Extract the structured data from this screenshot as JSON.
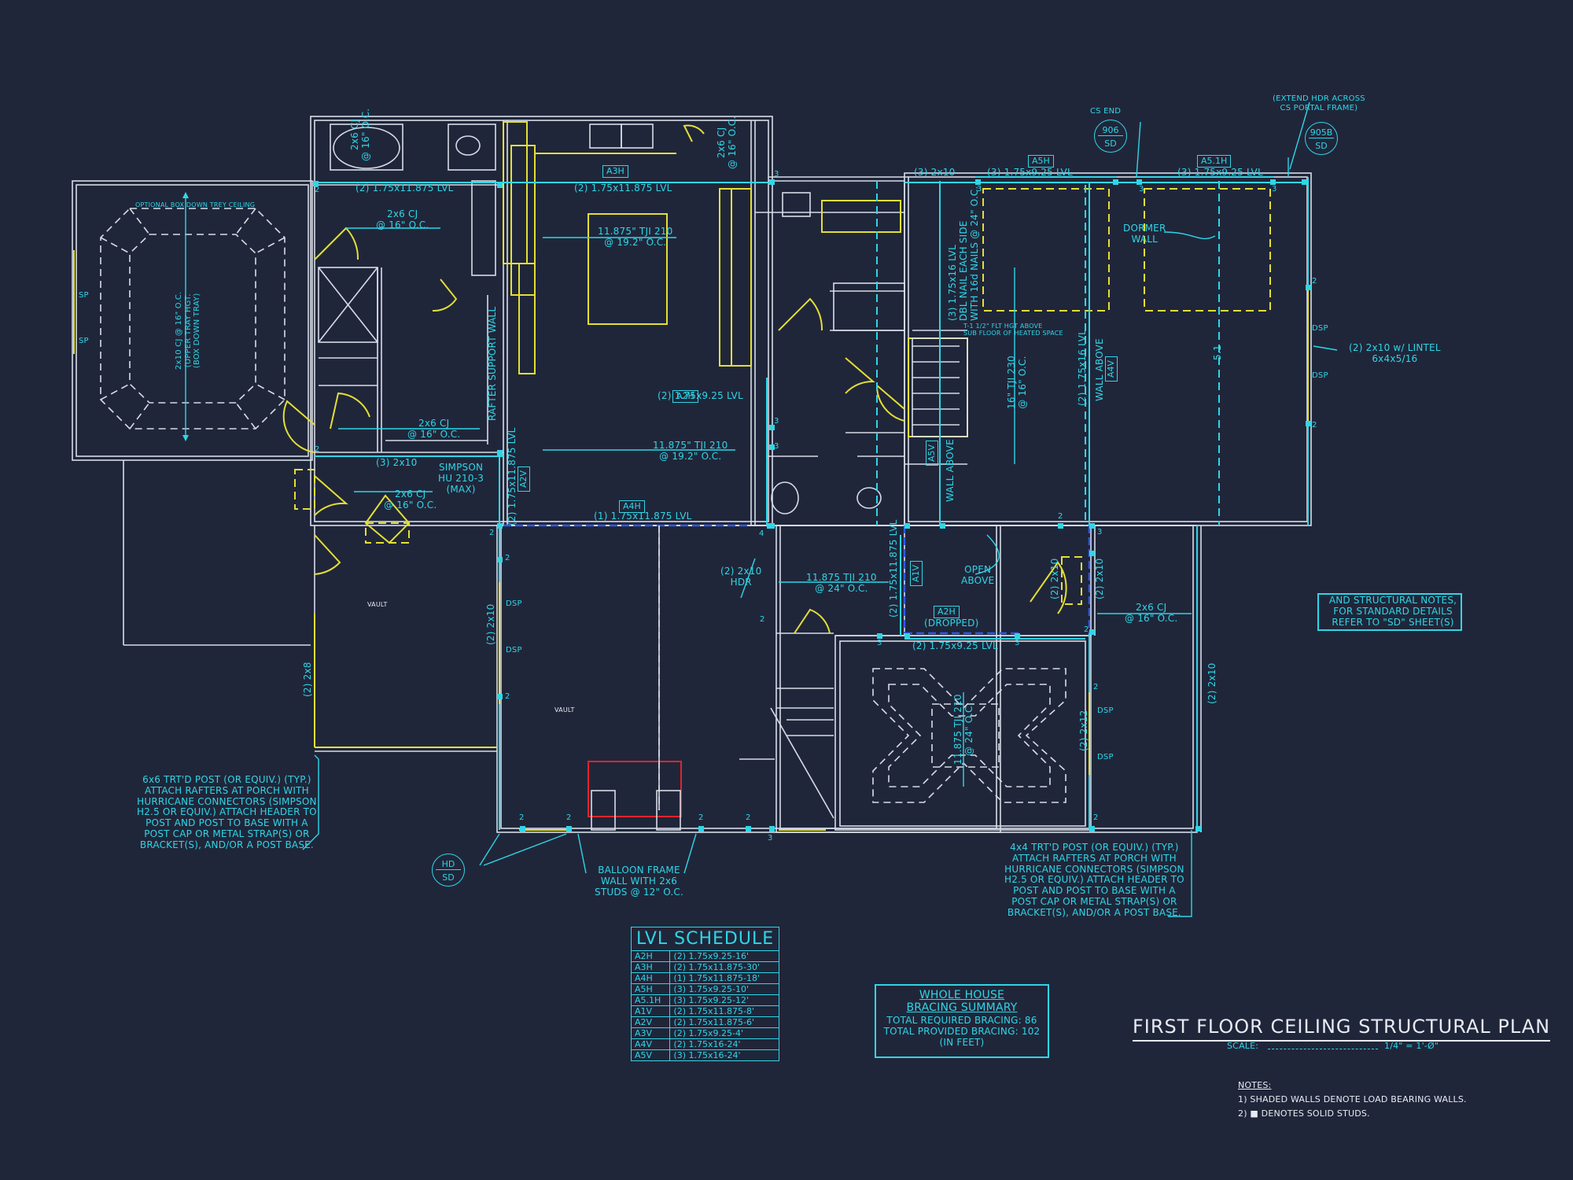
{
  "title_block": {
    "title": "FIRST FLOOR CEILING STRUCTURAL PLAN",
    "scale_label": "SCALE:",
    "scale_value": "1/4\" = 1'-Ø\""
  },
  "notes": {
    "heading": "NOTES:",
    "items": [
      "1) SHADED WALLS DENOTE LOAD BEARING WALLS.",
      "2) ■ DENOTES SOLID STUDS."
    ]
  },
  "standard_details_note": [
    "AND STRUCTURAL NOTES,",
    "FOR STANDARD DETAILS",
    "REFER TO \"SD\" SHEET(S)"
  ],
  "bracing_summary": {
    "title_1": "WHOLE HOUSE",
    "title_2": "BRACING SUMMARY",
    "required": "TOTAL REQUIRED BRACING: 86",
    "provided": "TOTAL PROVIDED BRACING: 102",
    "units": "(IN FEET)"
  },
  "lvl_schedule": {
    "title": "LVL SCHEDULE",
    "rows": [
      [
        "A2H",
        "(2) 1.75x9.25-16'"
      ],
      [
        "A3H",
        "(2) 1.75x11.875-30'"
      ],
      [
        "A4H",
        "(1) 1.75x11.875-18'"
      ],
      [
        "A5H",
        "(3) 1.75x9.25-10'"
      ],
      [
        "A5.1H",
        "(3) 1.75x9.25-12'"
      ],
      [
        "A1V",
        "(2) 1.75x11.875-8'"
      ],
      [
        "A2V",
        "(2) 1.75x11.875-6'"
      ],
      [
        "A3V",
        "(2) 1.75x9.25-4'"
      ],
      [
        "A4V",
        "(2) 1.75x16-24'"
      ],
      [
        "A5V",
        "(3) 1.75x16-24'"
      ]
    ]
  },
  "bubbles": [
    {
      "top": "CS END",
      "id": "906",
      "sheet": "SD"
    },
    {
      "top": "",
      "id": "905B",
      "sheet": "SD"
    },
    {
      "top": "",
      "id": "HD",
      "sheet": "SD"
    }
  ],
  "callouts": {
    "extend_hdr": [
      "(EXTEND HDR ACROSS",
      "CS PORTAL FRAME)"
    ],
    "dormer_wall": [
      "DORMER",
      "WALL"
    ],
    "lintel": [
      "(2) 2x10 w/ LINTEL",
      "6x4x5/16"
    ],
    "porch_left": [
      "6x6 TRT'D POST (OR EQUIV.) (TYP.)",
      "ATTACH RAFTERS AT PORCH WITH",
      "HURRICANE CONNECTORS (SIMPSON",
      "H2.5 OR EQUIV.) ATTACH HEADER TO",
      "POST AND POST TO BASE WITH A",
      "POST CAP OR METAL STRAP(S) OR",
      "BRACKET(S), AND/OR A POST BASE."
    ],
    "porch_right": [
      "4x4 TRT'D POST (OR EQUIV.) (TYP.)",
      "ATTACH RAFTERS AT PORCH WITH",
      "HURRICANE CONNECTORS (SIMPSON",
      "H2.5 OR EQUIV.) ATTACH HEADER TO",
      "POST AND POST TO BASE WITH A",
      "POST CAP OR METAL STRAP(S) OR",
      "BRACKET(S), AND/OR A POST BASE."
    ],
    "balloon_frame": [
      "BALLOON FRAME",
      "WALL WITH 2x6",
      "STUDS @ 12\" O.C."
    ],
    "simpson": [
      "SIMPSON",
      "HU 210-3",
      "(MAX)"
    ],
    "tji_above": [
      "T-1 1/2\" FLT HGT ABOVE",
      "SUB FLOOR OF HEATED SPACE"
    ],
    "open_above": [
      "OPEN",
      "ABOVE"
    ],
    "a2h_dropped": "(DROPPED)",
    "optional_tray": "OPTIONAL BOX DOWN TREY CEILING",
    "tray_joist": [
      "2x10 CJ @ 16\" O.C.",
      "(UPPER TRAY HGT.",
      "(BOX DOWN TRAY)"
    ]
  },
  "beam_labels": {
    "top_left_lvl": "(2) 1.75x11.875 LVL",
    "top_center_lvl": "(2) 1.75x11.875 LVL",
    "a5h_lvl": "(3) 1.75x9.25 LVL",
    "a51h_lvl": "(3) 1.75x9.25 LVL",
    "two_2x10": "(3) 2x10",
    "bath_cj": [
      "2x6 CJ",
      "@ 16\" O.C."
    ],
    "bed_tji": [
      "11.875\" TJI 210",
      "@ 19.2\" O.C."
    ],
    "mid_lvl": "(2) 1.75x9.25 LVL",
    "center_tji": [
      "11.875\" TJI 210",
      "@ 19.2\" O.C."
    ],
    "closet_cj": [
      "2x6 CJ",
      "@ 16\" O.C."
    ],
    "laundry_cj": [
      "2x6 CJ",
      "@ 16\" O.C."
    ],
    "porch_2x10": "(3) 2x10",
    "a4h_lvl": "(1) 1.75x11.875 LVL",
    "hdr_2x10": [
      "(2) 2x10",
      "HDR"
    ],
    "kitchen_tji": [
      "11.875 TJI 210",
      "@ 24\" O.C."
    ],
    "a2h_lvl": "(2) 1.75x9.25 LVL",
    "right_cj": [
      "2x6 CJ",
      "@ 16\" O.C."
    ],
    "vault": "VAULT"
  },
  "vertical_labels": {
    "left_2x8": "(2) 2x8",
    "mid_2x10": "(2) 2x10",
    "a2v_lvl": "(2) 1.75x11.875 LVL",
    "rafter_wall": "RAFTER SUPPORT WALL",
    "a1v_lvl": "(2) 1.75x11.875 LVL",
    "open_2x10": "(2) 2x10",
    "open_2x10b": "(2) 2x10",
    "dsp_2x12": "(2) 2x12",
    "right_2x10": "(2) 2x10",
    "a5v_lvl": [
      "(3) 1.75x16 LVL",
      "DBL NAIL EACH SIDE",
      "WITH 16d NAILS @ 24\" O.C."
    ],
    "a5v_wall": "WALL ABOVE",
    "great_tji": [
      "16\" TJI 230",
      "@ 16\" O.C."
    ],
    "a4v_lvl": "(2) 1.75x16 LVL",
    "a4v_wall": "WALL ABOVE",
    "great_51": "5.1",
    "tray2_tji": [
      "11.875 TJI 210",
      "@ 24\" O.C."
    ],
    "wc_cj": [
      "2x6 CJ",
      "@ 16\" O.C."
    ]
  },
  "tags": {
    "A3H": "A3H",
    "A5H": "A5H",
    "A51H": "A5.1H",
    "A4H": "A4H",
    "A2V": "A2V",
    "A1V": "A1V",
    "A2H": "A2H",
    "A5V": "A5V",
    "A4V": "A4V",
    "A2H_mid": "A2H"
  },
  "marks": {
    "sp": "SP",
    "dsp": "DSP",
    "n2": "2",
    "n3": "3",
    "n4": "4"
  }
}
